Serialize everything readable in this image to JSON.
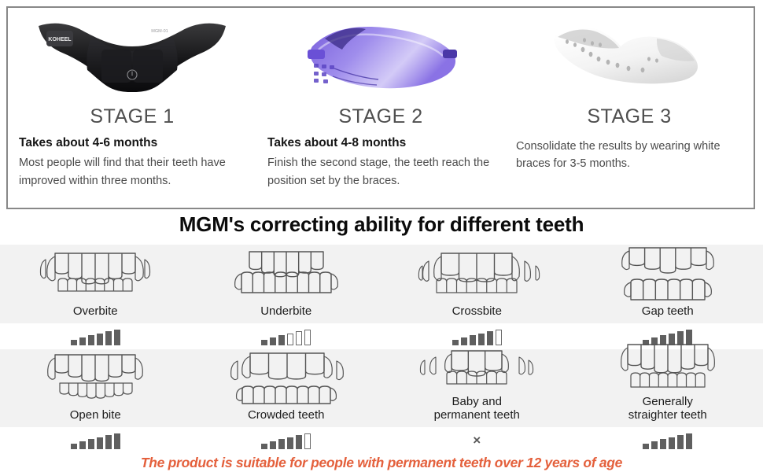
{
  "stages_panel": {
    "stages": [
      {
        "id": "stage-1",
        "title": "STAGE 1",
        "heading": "Takes about 4-6 months",
        "body": "Most people will find that their teeth have improved within three months.",
        "device_icon": "black-dental-trainer-icon",
        "device_brand": "KOHEEL",
        "device_model": "MGM-01"
      },
      {
        "id": "stage-2",
        "title": "STAGE 2",
        "heading": "Takes about 4-8 months",
        "body": "Finish the second stage, the teeth reach the position set by the braces.",
        "device_icon": "purple-translucent-aligner-icon"
      },
      {
        "id": "stage-3",
        "title": "STAGE 3",
        "heading": "",
        "body": "Consolidate the results by wearing white braces for 3-5 months.",
        "device_icon": "white-perforated-retainer-icon"
      }
    ]
  },
  "section": {
    "title": "MGM's correcting ability for different teeth"
  },
  "teeth_grid": {
    "max_rating": 6,
    "rows": [
      {
        "cells": [
          {
            "label": "Overbite",
            "label_lines": [
              "Overbite"
            ],
            "rating": 6,
            "art": "teeth-overbite-icon"
          },
          {
            "label": "Underbite",
            "label_lines": [
              "Underbite"
            ],
            "rating": 3,
            "art": "teeth-underbite-icon"
          },
          {
            "label": "Crossbite",
            "label_lines": [
              "Crossbite"
            ],
            "rating": 5,
            "art": "teeth-crossbite-icon"
          },
          {
            "label": "Gap teeth",
            "label_lines": [
              "Gap teeth"
            ],
            "rating": 6,
            "art": "teeth-gap-icon"
          }
        ]
      },
      {
        "cells": [
          {
            "label": "Open bite",
            "label_lines": [
              "Open bite"
            ],
            "rating": 6,
            "art": "teeth-openbite-icon"
          },
          {
            "label": "Crowded teeth",
            "label_lines": [
              "Crowded teeth"
            ],
            "rating": 5,
            "art": "teeth-crowded-icon"
          },
          {
            "label": "Baby and permanent teeth",
            "label_lines": [
              "Baby and",
              "permanent teeth"
            ],
            "rating": -1,
            "rating_mark": "×",
            "art": "teeth-mixed-dentition-icon"
          },
          {
            "label": "Generally straighter teeth",
            "label_lines": [
              "Generally",
              "straighter teeth"
            ],
            "rating": 6,
            "art": "teeth-straight-icon"
          }
        ]
      }
    ]
  },
  "disclaimer": {
    "text": "The product is suitable for people with permanent teeth over 12 years of age",
    "color": "#e4603c"
  },
  "colors": {
    "band_shaded": "#f2f2f2",
    "band_plain": "#ffffff",
    "bar_filled": "#5f5f5f",
    "panel_border": "#888888",
    "stage_title": "#4f4f4f"
  }
}
